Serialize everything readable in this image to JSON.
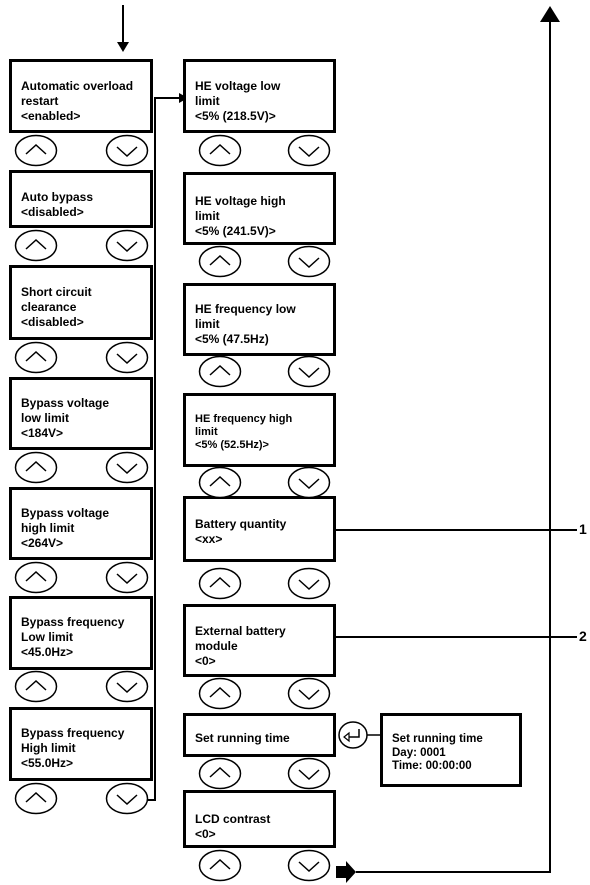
{
  "left_column": [
    {
      "name": "automatic-overload-restart-box",
      "text": "Automatic overload\nrestart\n<enabled>"
    },
    {
      "name": "auto-bypass-box",
      "text": "Auto bypass\n<disabled>"
    },
    {
      "name": "short-circuit-clearance-box",
      "text": "Short circuit\nclearance\n<disabled>"
    },
    {
      "name": "bypass-voltage-low-limit-box",
      "text": "Bypass voltage\nlow limit\n<184V>"
    },
    {
      "name": "bypass-voltage-high-limit-box",
      "text": "Bypass voltage\nhigh limit\n<264V>"
    },
    {
      "name": "bypass-frequency-low-limit-box",
      "text": "Bypass frequency\nLow limit\n<45.0Hz>"
    },
    {
      "name": "bypass-frequency-high-limit-box",
      "text": "Bypass frequency\nHigh limit\n<55.0Hz>"
    }
  ],
  "right_column": [
    {
      "name": "he-voltage-low-limit-box",
      "text": "HE voltage low\nlimit\n<5% (218.5V)>"
    },
    {
      "name": "he-voltage-high-limit-box",
      "text": "HE voltage high\nlimit\n<5% (241.5V)>"
    },
    {
      "name": "he-frequency-low-limit-box",
      "text": "HE frequency low\nlimit\n<5% (47.5Hz)"
    },
    {
      "name": "he-frequency-high-limit-box",
      "text": "HE frequency high\nlimit\n<5% (52.5Hz)>"
    },
    {
      "name": "battery-quantity-box",
      "text": "Battery quantity\n<xx>"
    },
    {
      "name": "external-battery-module-box",
      "text": "External battery\nmodule\n<0>"
    },
    {
      "name": "set-running-time-box",
      "text": "Set running time"
    },
    {
      "name": "lcd-contrast-box",
      "text": "LCD contrast\n<0>"
    }
  ],
  "side_box": {
    "text": "Set running time\nDay: 0001\nTime: 00:00:00"
  },
  "callouts": [
    "1",
    "2"
  ],
  "icons": {
    "up": "up-button-icon",
    "down": "down-button-icon",
    "enter": "enter-button-icon"
  }
}
